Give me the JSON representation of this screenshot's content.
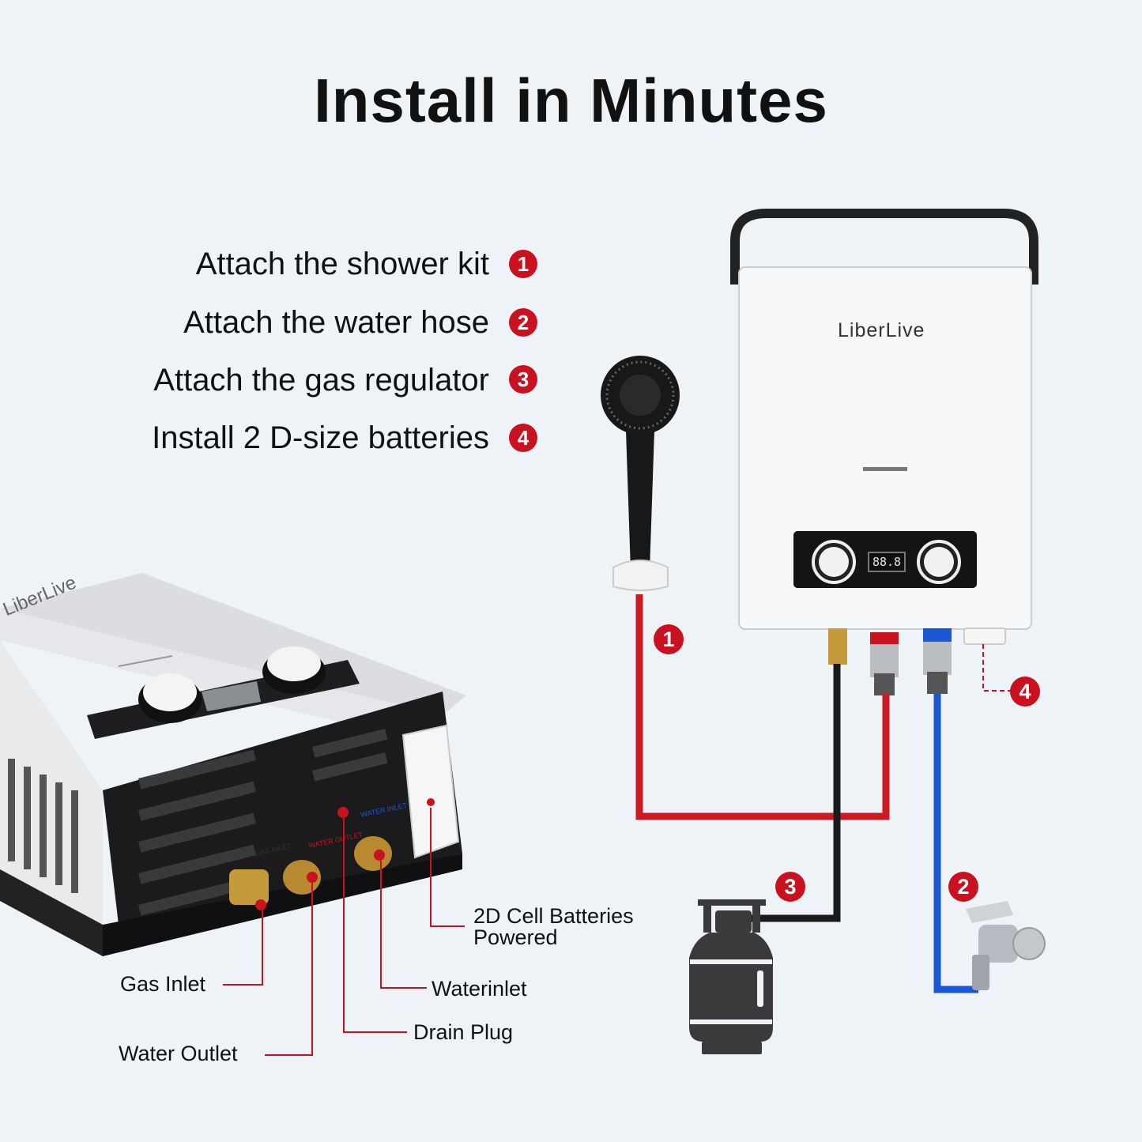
{
  "title": "Install in Minutes",
  "steps": [
    {
      "number": "1",
      "text": "Attach the shower kit"
    },
    {
      "number": "2",
      "text": "Attach the water hose"
    },
    {
      "number": "3",
      "text": "Attach the gas regulator"
    },
    {
      "number": "4",
      "text": "Install 2 D-size batteries"
    }
  ],
  "diagram_badges": [
    "1",
    "2",
    "3",
    "4"
  ],
  "heater": {
    "brand": "LiberLive",
    "display": "88.8"
  },
  "heater_side": {
    "brand": "LiberLive"
  },
  "port_tags": {
    "gas_inlet": "GAS INLET",
    "water_outlet": "WATER OUTLET",
    "water_inlet": "WATER INLET"
  },
  "callouts": {
    "batteries_line1": "2D Cell Batteries",
    "batteries_line2": "Powered",
    "gas_inlet": "Gas Inlet",
    "water_inlet": "Waterinlet",
    "drain_plug": "Drain Plug",
    "water_outlet": "Water Outlet"
  },
  "colors": {
    "accent_red": "#c9111f",
    "hot_line": "#cc1a22",
    "cold_line": "#1a56d6",
    "gas_line": "#1a1a1a",
    "background": "#eef3f8"
  }
}
